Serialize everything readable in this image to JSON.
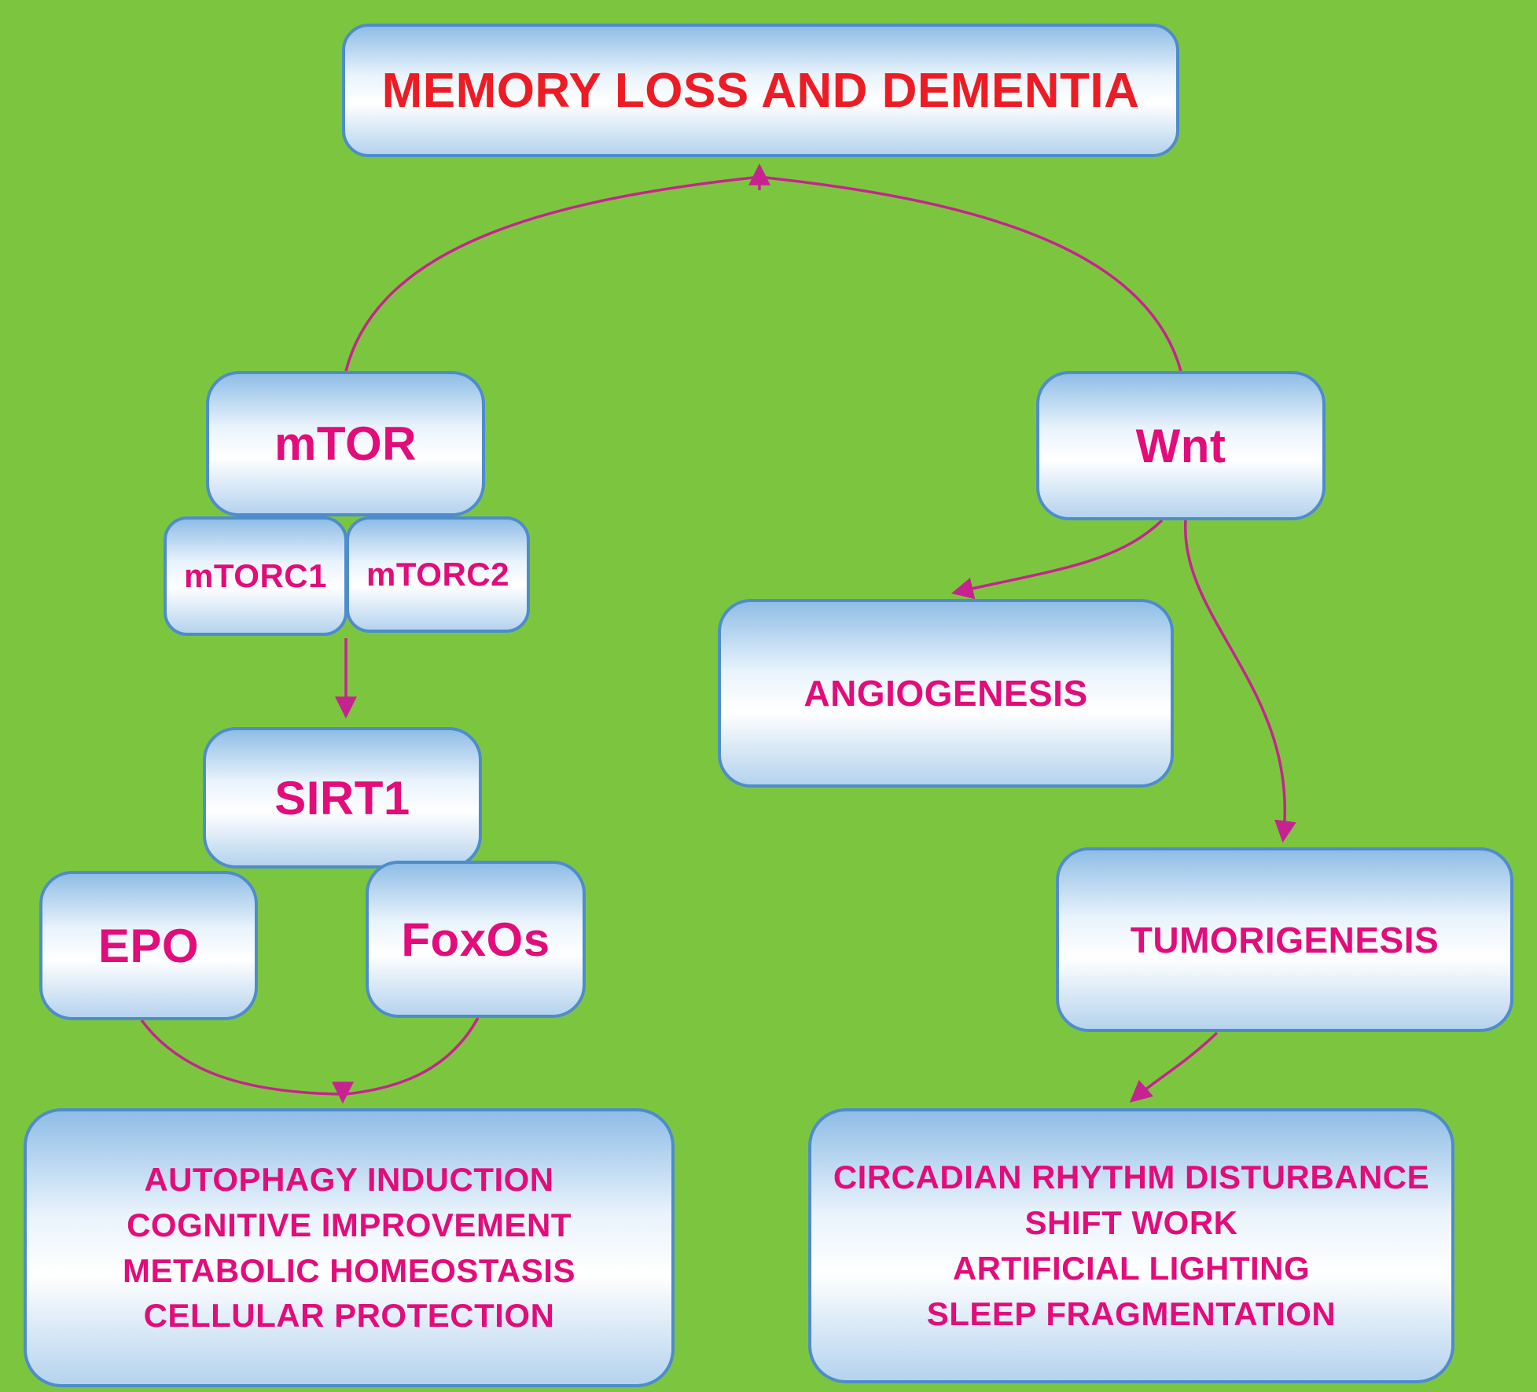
{
  "diagram": {
    "background_color": "#7cc63f",
    "box_border_color": "#4e8ccb",
    "box_fill_top_color": "#8fbde6",
    "box_fill_mid_color": "#ffffff",
    "arrow_color": "#c72390",
    "title_text_color": "#ed1c24",
    "label_text_color": "#e20c7b",
    "nodes": {
      "title": {
        "label": "MEMORY LOSS AND DEMENTIA"
      },
      "mtor": {
        "label": "mTOR"
      },
      "mtorc1": {
        "label": "mTORC1"
      },
      "mtorc2": {
        "label": "mTORC2"
      },
      "sirt1": {
        "label": "SIRT1"
      },
      "epo": {
        "label": "EPO"
      },
      "foxos": {
        "label": "FoxOs"
      },
      "wnt": {
        "label": "Wnt"
      },
      "angiogenesis": {
        "label": "ANGIOGENESIS"
      },
      "tumorigenesis": {
        "label": "TUMORIGENESIS"
      },
      "autophagy": {
        "lines": [
          "AUTOPHAGY INDUCTION",
          "COGNITIVE IMPROVEMENT",
          "METABOLIC HOMEOSTASIS",
          "CELLULAR PROTECTION"
        ]
      },
      "circadian": {
        "lines": [
          "CIRCADIAN RHYTHM DISTURBANCE",
          "SHIFT WORK",
          "ARTIFICIAL LIGHTING",
          "SLEEP FRAGMENTATION"
        ]
      }
    },
    "edges": [
      "mTOR -> MEMORY LOSS AND DEMENTIA",
      "Wnt -> MEMORY LOSS AND DEMENTIA",
      "mTORC1/mTORC2 -> SIRT1",
      "EPO -> AUTOPHAGY BOX",
      "FoxOs -> AUTOPHAGY BOX",
      "Wnt -> ANGIOGENESIS",
      "Wnt -> TUMORIGENESIS",
      "TUMORIGENESIS -> CIRCADIAN BOX"
    ]
  }
}
